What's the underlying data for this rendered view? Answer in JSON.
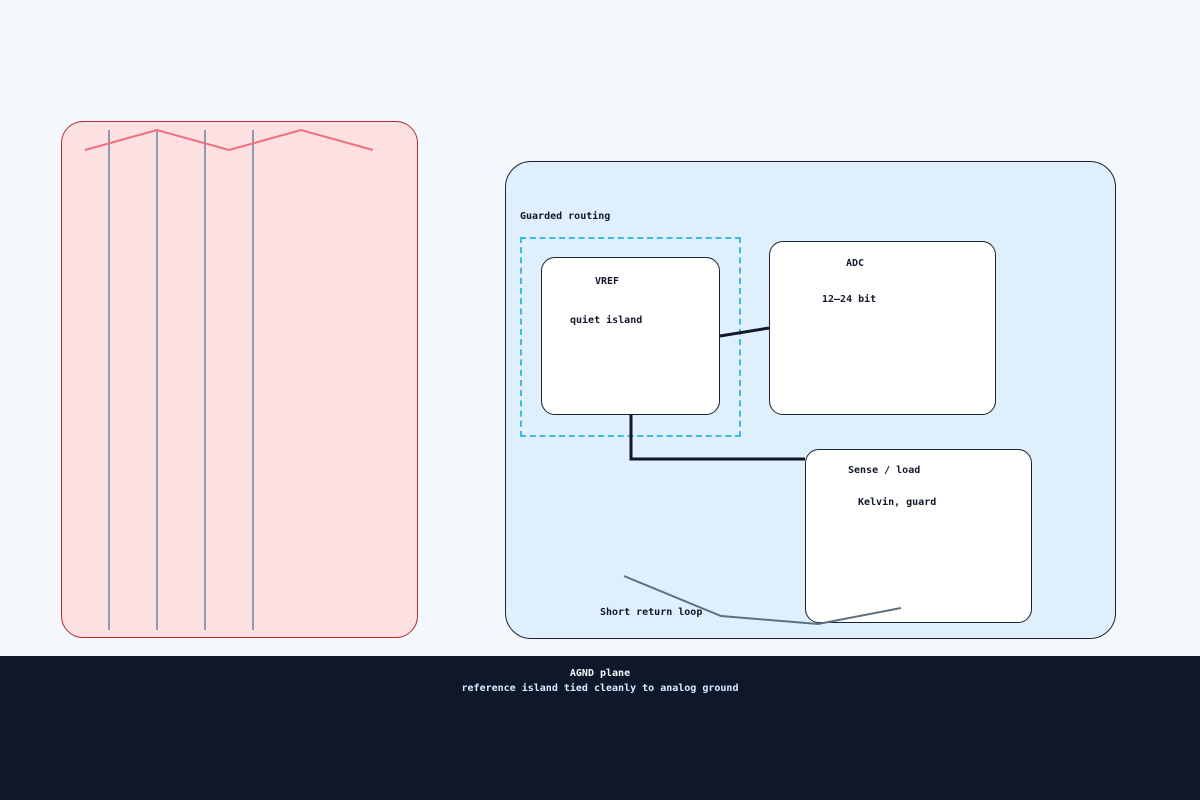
{
  "colors": {
    "background": "#f4f8fd",
    "noisy_fill": "#fde1e2",
    "noisy_border": "#b42b31",
    "noise_trace": "#f0707f",
    "vertical_traces": "#8b9cb3",
    "analog_fill": "#dff0fc",
    "outline": "#1b2233",
    "guard_ring": "#3cbbe6",
    "return_loop": "#5f6f82",
    "footer_bg": "#0f172a",
    "footer_text": "#f5f7fb"
  },
  "analog_zone": {
    "guard_label": "Guarded routing",
    "return_label": "Short return loop"
  },
  "blocks": {
    "vref": {
      "title": "VREF",
      "subtitle": "quiet island"
    },
    "adc": {
      "title": "ADC",
      "subtitle": "12–24 bit"
    },
    "sense": {
      "title": "Sense / load",
      "subtitle": "Kelvin, guard"
    }
  },
  "footer": {
    "title": "AGND plane",
    "subtitle": "reference island tied cleanly to analog ground"
  }
}
